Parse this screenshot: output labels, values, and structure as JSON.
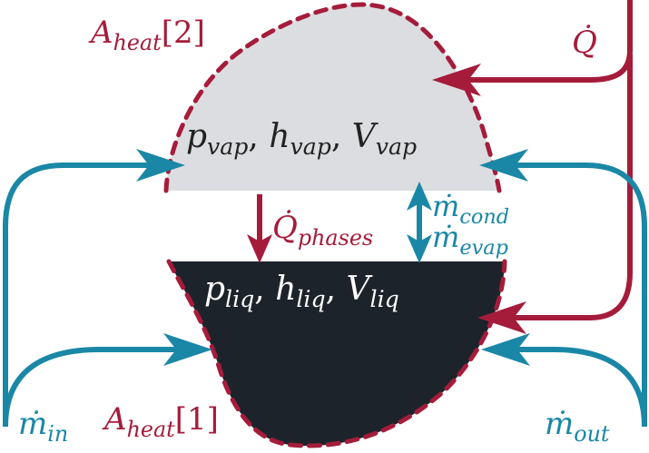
{
  "colors": {
    "heat": "#a51c3b",
    "flow": "#1a87a6",
    "vapor_fill": "#dcdde0",
    "liquid_fill": "#1d232a",
    "text_dark": "#222222",
    "text_light": "#ffffff"
  },
  "labels": {
    "a_heat_2": {
      "base": "A",
      "sub": "heat",
      "rest": "[2]"
    },
    "a_heat_1": {
      "base": "A",
      "sub": "heat",
      "rest": "[1]"
    },
    "q_dot": {
      "base": "Q̇"
    },
    "q_dot_phases": {
      "base": "Q̇",
      "sub": "phases"
    },
    "m_dot_cond": {
      "base": "ṁ",
      "sub": "cond"
    },
    "m_dot_evap": {
      "base": "ṁ",
      "sub": "evap"
    },
    "m_dot_in": {
      "base": "ṁ",
      "sub": "in"
    },
    "m_dot_out": {
      "base": "ṁ",
      "sub": "out"
    },
    "vapor_state": {
      "p": {
        "base": "p",
        "sub": "vap"
      },
      "h": {
        "base": "h",
        "sub": "vap"
      },
      "v": {
        "base": "V",
        "sub": "vap"
      }
    },
    "liquid_state": {
      "p": {
        "base": "p",
        "sub": "liq"
      },
      "h": {
        "base": "h",
        "sub": "liq"
      },
      "v": {
        "base": "V",
        "sub": "liq"
      }
    },
    "separator": ", "
  }
}
